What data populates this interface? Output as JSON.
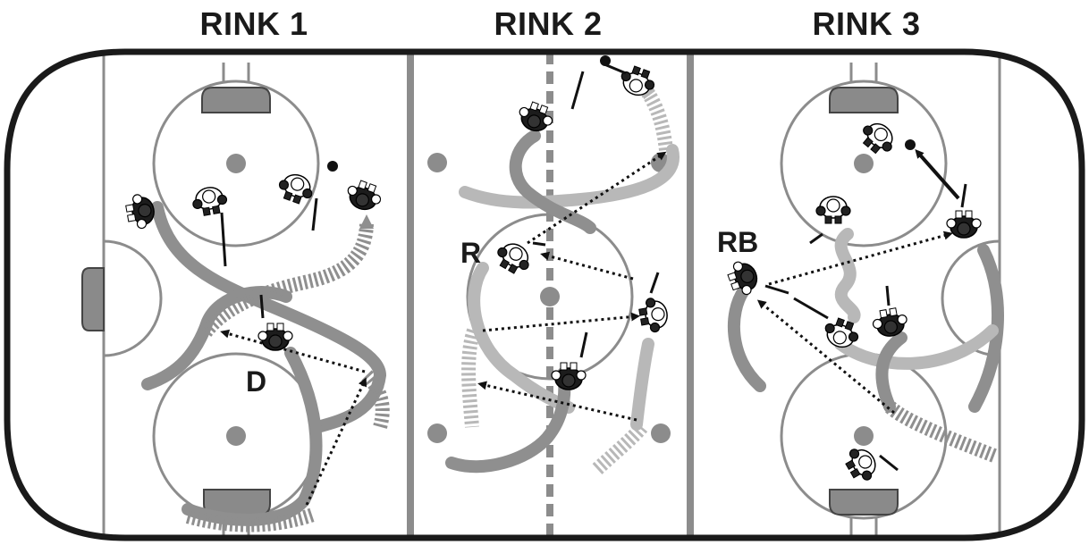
{
  "titles": [
    "RINK 1",
    "RINK 2",
    "RINK 3"
  ],
  "player_labels": {
    "rink1": "D",
    "rink2": "R",
    "rink3": "RB"
  },
  "colors": {
    "board": "#1a1a1a",
    "line": "#8c8c8c",
    "path": "#8f8f8f",
    "path_light": "#b8b8b8",
    "pass": "#111111",
    "player_dark": "#1c1c1c",
    "player_light": "#ffffff"
  }
}
